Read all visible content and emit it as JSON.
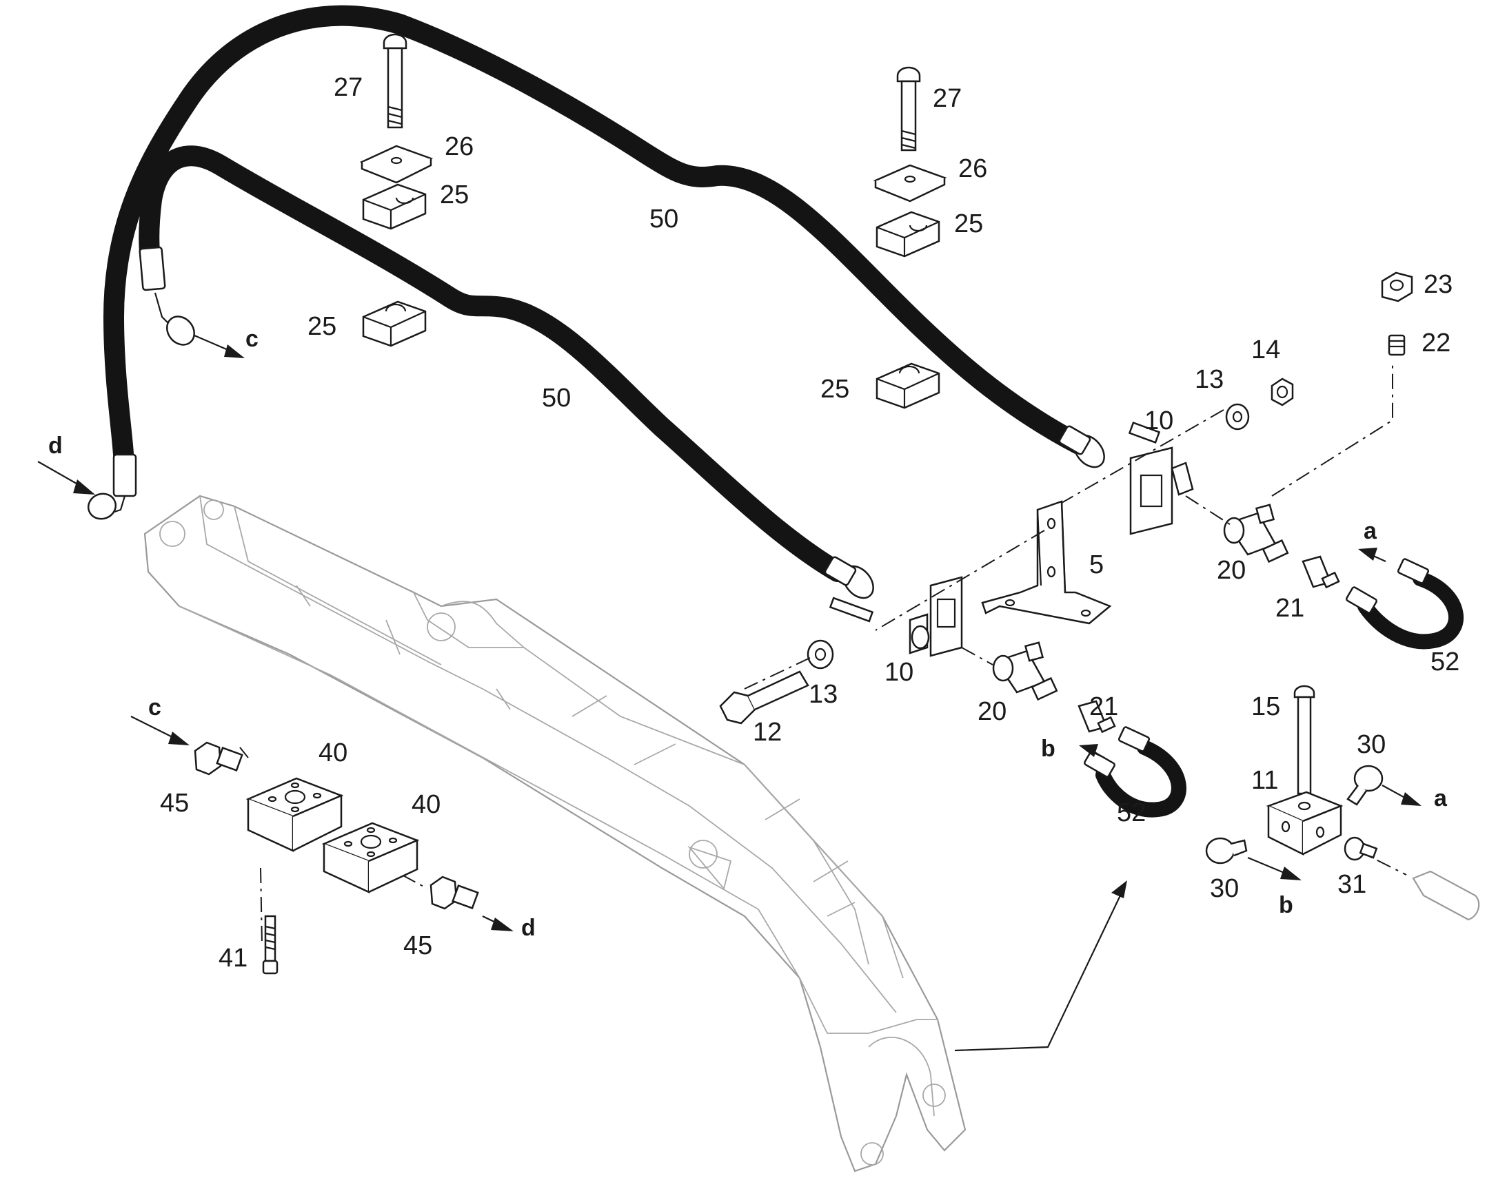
{
  "part_numbers": {
    "p5": "5",
    "p10a": "10",
    "p10b": "10",
    "p11": "11",
    "p12": "12",
    "p13a": "13",
    "p13b": "13",
    "p14": "14",
    "p15": "15",
    "p20a": "20",
    "p20b": "20",
    "p21a": "21",
    "p21b": "21",
    "p22": "22",
    "p23": "23",
    "p25a": "25",
    "p25b": "25",
    "p25c": "25",
    "p25d": "25",
    "p26a": "26",
    "p26b": "26",
    "p27a": "27",
    "p27b": "27",
    "p30a": "30",
    "p30b": "30",
    "p31": "31",
    "p40a": "40",
    "p40b": "40",
    "p41": "41",
    "p45a": "45",
    "p45b": "45",
    "p50a": "50",
    "p50b": "50",
    "p52a": "52",
    "p52b": "52"
  },
  "connection_letters": {
    "a1": "a",
    "a2": "a",
    "b1": "b",
    "b2": "b",
    "c1": "c",
    "c2": "c",
    "d1": "d",
    "d2": "d"
  }
}
